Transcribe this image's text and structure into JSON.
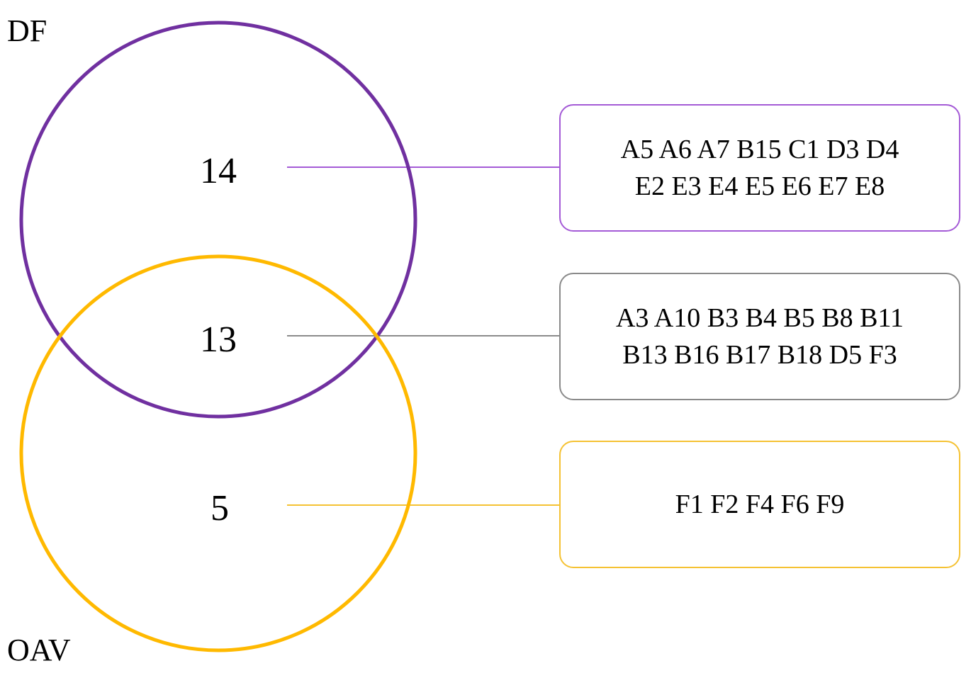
{
  "sets": {
    "df": {
      "label": "DF",
      "color": "#7030a0"
    },
    "oav": {
      "label": "OAV",
      "color": "#ffb900"
    }
  },
  "regions": {
    "df_only": {
      "count": "14",
      "line_color": "#a45ad6",
      "lines": [
        "A5 A6 A7 B15 C1 D3 D4",
        "E2 E3 E4 E5 E6 E7 E8"
      ]
    },
    "both": {
      "count": "13",
      "line_color": "#8a8a8a",
      "lines": [
        "A3 A10 B3 B4 B5 B8 B11",
        "B13 B16 B17 B18 D5 F3"
      ]
    },
    "oav_only": {
      "count": "5",
      "line_color": "#f5c233",
      "lines": [
        "F1 F2 F4 F6 F9"
      ]
    }
  }
}
